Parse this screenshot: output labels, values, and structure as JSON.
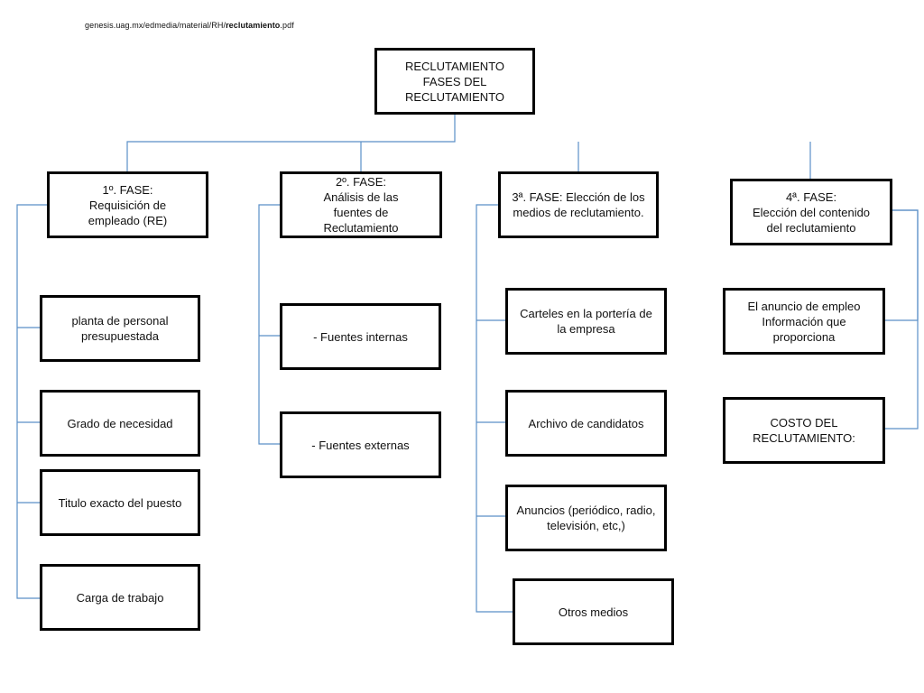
{
  "source": {
    "prefix": "genesis.uag.mx/edmedia/material/RH/",
    "bold": "reclutamiento",
    "suffix": ".pdf"
  },
  "root": "RECLUTAMIENTO\nFASES DEL\nRECLUTAMIENTO",
  "phases": [
    {
      "title": "1º. FASE:\nRequisición de\nempleado (RE)",
      "items": [
        "planta de personal\npresupuestada",
        "Grado de necesidad",
        "Titulo exacto del puesto",
        "Carga de trabajo"
      ]
    },
    {
      "title": "2º. FASE:\nAnálisis de las\nfuentes de\nReclutamiento",
      "items": [
        "- Fuentes internas",
        "- Fuentes externas"
      ]
    },
    {
      "title": "3ª. FASE: Elección de los\nmedios de reclutamiento.",
      "items": [
        "Carteles en la portería de\nla empresa",
        "Archivo de candidatos",
        "Anuncios (periódico, radio,\ntelevisión, etc,)",
        "Otros medios"
      ]
    },
    {
      "title": "4ª. FASE:\nElección del contenido\ndel reclutamiento",
      "items": [
        "El anuncio de empleo\nInformación que\nproporciona",
        "COSTO DEL\nRECLUTAMIENTO:"
      ]
    }
  ],
  "colors": {
    "connector": "#5b8fc7",
    "border": "#000000"
  }
}
